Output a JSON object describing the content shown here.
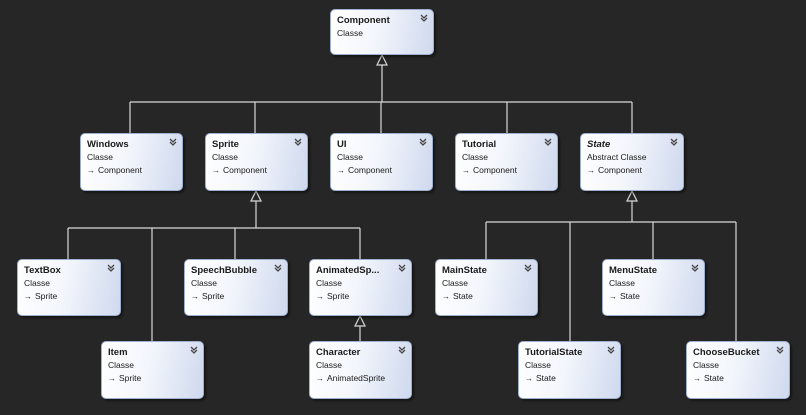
{
  "diagram": {
    "classes": {
      "component": {
        "name": "Component",
        "kind": "Classe"
      },
      "windows": {
        "name": "Windows",
        "kind": "Classe",
        "parent": "Component"
      },
      "sprite": {
        "name": "Sprite",
        "kind": "Classe",
        "parent": "Component"
      },
      "ui": {
        "name": "UI",
        "kind": "Classe",
        "parent": "Component"
      },
      "tutorial": {
        "name": "Tutorial",
        "kind": "Classe",
        "parent": "Component"
      },
      "state": {
        "name": "State",
        "kind": "Abstract Classe",
        "parent": "Component"
      },
      "textbox": {
        "name": "TextBox",
        "kind": "Classe",
        "parent": "Sprite"
      },
      "speechbubble": {
        "name": "SpeechBubble",
        "kind": "Classe",
        "parent": "Sprite"
      },
      "animatedsprite": {
        "name": "AnimatedSp...",
        "kind": "Classe",
        "parent": "Sprite"
      },
      "item": {
        "name": "Item",
        "kind": "Classe",
        "parent": "Sprite"
      },
      "character": {
        "name": "Character",
        "kind": "Classe",
        "parent": "AnimatedSprite"
      },
      "mainstate": {
        "name": "MainState",
        "kind": "Classe",
        "parent": "State"
      },
      "menustate": {
        "name": "MenuState",
        "kind": "Classe",
        "parent": "State"
      },
      "tutorialstate": {
        "name": "TutorialState",
        "kind": "Classe",
        "parent": "State"
      },
      "choosebucket": {
        "name": "ChooseBucket",
        "kind": "Classe",
        "parent": "State"
      }
    },
    "colors": {
      "background": "#262626",
      "connector": "#d8d8d8",
      "box_border": "#9fb0cf",
      "box_gradient_end": "#cfd9ee"
    },
    "icons": {
      "expand": "double-chevron-down-icon",
      "inherits": "arrow-right-icon"
    }
  }
}
